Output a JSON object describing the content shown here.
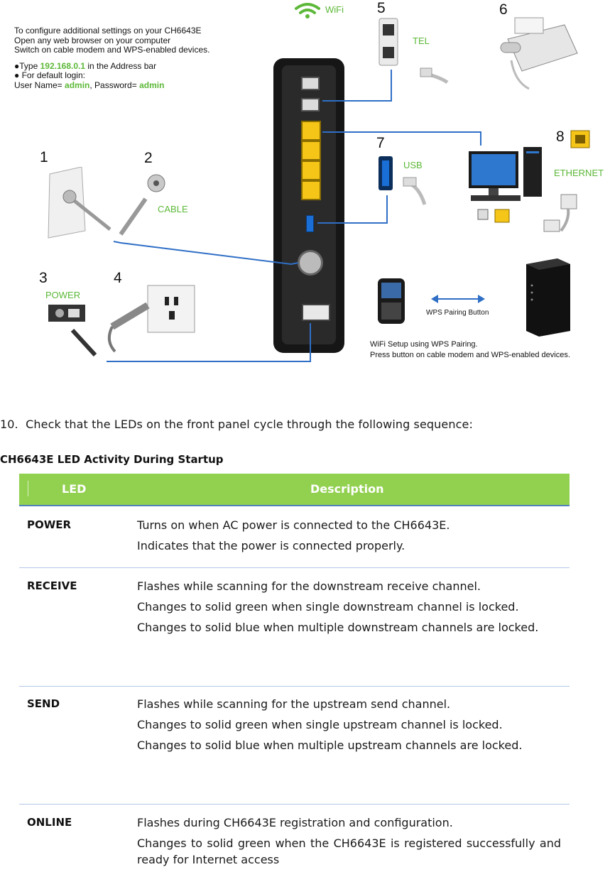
{
  "diagram": {
    "instructions": {
      "line1": "To configure additional settings on your CH6643E",
      "line2": "Open any web browser on your computer",
      "line3": "Switch on cable modem and WPS-enabled devices.",
      "bullet1_prefix": "●Type ",
      "bullet1_ip": "192.168.0.1",
      "bullet1_suffix": " in the Address bar",
      "bullet2": "● For default login:",
      "login_user_prefix": "User Name= ",
      "login_user": "admin",
      "login_mid": ", Password= ",
      "login_pass": "admin"
    },
    "numbers": {
      "n1": "1",
      "n2": "2",
      "n3": "3",
      "n4": "4",
      "n5": "5",
      "n6": "6",
      "n7": "7",
      "n8": "8"
    },
    "labels": {
      "wifi": "WiFi",
      "tel": "TEL",
      "usb": "USB",
      "ethernet": "ETHERNET",
      "cable": "CABLE",
      "power": "POWER",
      "wps_button": "WPS Pairing Button",
      "wps_setup_1": "WiFi Setup using WPS Pairing.",
      "wps_setup_2": "Press button on cable modem and WPS-enabled devices."
    },
    "icon_names": [
      "wifi-icon",
      "phone-jack-icon",
      "fax-machine-icon",
      "desktop-computer-icon",
      "ethernet-port-icon",
      "usb-drive-icon",
      "wall-cable-outlet-icon",
      "coax-connector-icon",
      "power-adapter-icon",
      "power-outlet-icon",
      "smartphone-icon",
      "wps-device-icon",
      "router-icon"
    ],
    "accent_color": "#5cb838",
    "wire_color": "#2f6fc6"
  },
  "step": {
    "number": "10.",
    "text": "Check that the LEDs on the front panel cycle through the following sequence:"
  },
  "table": {
    "caption": "CH6643E LED Activity During Startup",
    "header_color": "#92d050",
    "headers": {
      "led": "LED",
      "description": "Description"
    },
    "rows": [
      {
        "led": "POWER",
        "lines": [
          "Turns on when AC power is connected to the CH6643E.",
          "Indicates that the power is connected properly."
        ]
      },
      {
        "led": "RECEIVE",
        "lines": [
          "Flashes while scanning for the downstream receive channel.",
          "Changes to solid green when single downstream channel is locked.",
          "Changes to solid blue when multiple downstream channels are locked."
        ]
      },
      {
        "led": "SEND",
        "lines": [
          "Flashes while scanning for the upstream send channel.",
          "Changes to solid green when single upstream channel is locked.",
          "Changes to solid blue when multiple upstream channels are locked."
        ]
      },
      {
        "led": "ONLINE",
        "lines": [
          "Flashes during CH6643E registration and configuration.",
          "Changes to solid green when the CH6643E is registered successfully and ready for Internet access"
        ]
      }
    ]
  }
}
